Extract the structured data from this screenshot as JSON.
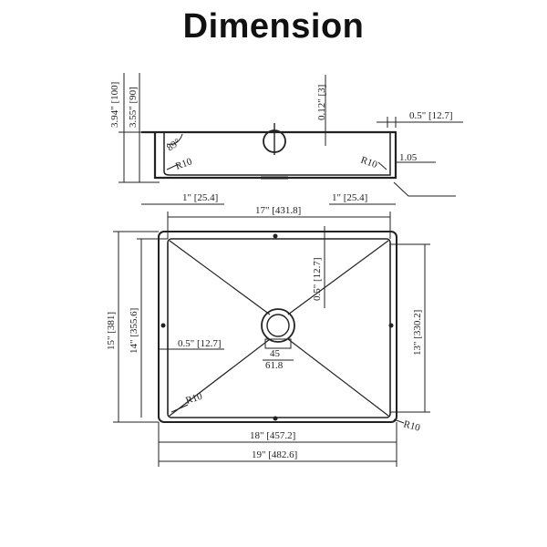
{
  "title": "Dimension",
  "side_view": {
    "overall_height": "3.94\" [100]",
    "bowl_depth": "3.55\" [90]",
    "drain_offset": "0.12\" [3]",
    "flange_thickness": "0.5\" [12.7]",
    "wall_thickness": "1.05",
    "angle": "89°",
    "corner_radius_left": "R10",
    "corner_radius_right": "R10",
    "flange_left": "1\" [25.4]",
    "flange_right": "1\" [25.4]"
  },
  "top_view": {
    "inner_width": "17\" [431.8]",
    "inner_height_label": "0.5\" [12.7]",
    "outer_height": "15\" [381]",
    "inner_length": "14\" [355.6]",
    "side_height": "13\" [330.2]",
    "rim_offset": "0.5\" [12.7]",
    "drain_inner": "45",
    "drain_outer": "61.8",
    "corner_radius_inner": "R10",
    "corner_radius_outer": "R10",
    "rim_width": "18\" [457.2]",
    "overall_width": "19\" [482.6]"
  }
}
